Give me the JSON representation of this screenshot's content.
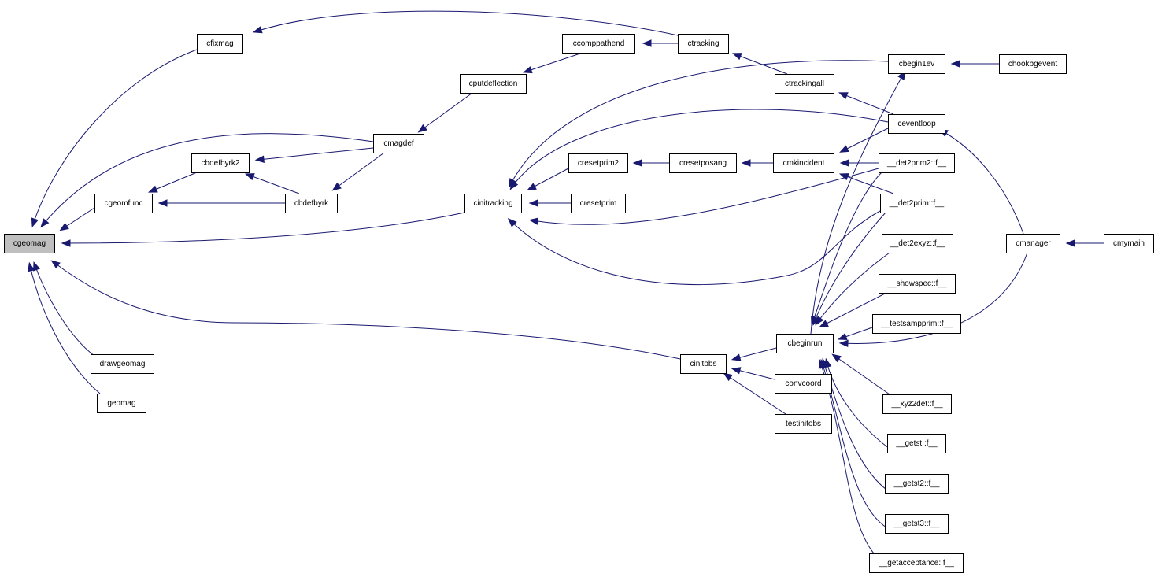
{
  "graph": {
    "root": "cgeomag",
    "colors": {
      "edge": "#191970",
      "root_fill": "#bfbfbf",
      "node_fill": "#ffffff",
      "node_stroke": "#000000"
    },
    "nodes": [
      {
        "id": "cgeomag",
        "label": "cgeomag"
      },
      {
        "id": "cfixmag",
        "label": "cfixmag"
      },
      {
        "id": "cgeomfunc",
        "label": "cgeomfunc"
      },
      {
        "id": "cbdefbyrk2",
        "label": "cbdefbyrk2"
      },
      {
        "id": "cbdefbyrk",
        "label": "cbdefbyrk"
      },
      {
        "id": "cmagdef",
        "label": "cmagdef"
      },
      {
        "id": "cputdeflection",
        "label": "cputdeflection"
      },
      {
        "id": "ccomppathend",
        "label": "ccomppathend"
      },
      {
        "id": "ctracking",
        "label": "ctracking"
      },
      {
        "id": "ctrackingall",
        "label": "ctrackingall"
      },
      {
        "id": "cinitracking",
        "label": "cinitracking"
      },
      {
        "id": "cresetprim2",
        "label": "cresetprim2"
      },
      {
        "id": "cresetprim",
        "label": "cresetprim"
      },
      {
        "id": "cresetposang",
        "label": "cresetposang"
      },
      {
        "id": "cmkincident",
        "label": "cmkincident"
      },
      {
        "id": "cbegin1ev",
        "label": "cbegin1ev"
      },
      {
        "id": "chookbgevent",
        "label": "chookbgevent"
      },
      {
        "id": "ceventloop",
        "label": "ceventloop"
      },
      {
        "id": "det2prim2",
        "label": "__det2prim2::f__"
      },
      {
        "id": "det2prim",
        "label": "__det2prim::f__"
      },
      {
        "id": "det2exyz",
        "label": "__det2exyz::f__"
      },
      {
        "id": "showspec",
        "label": "__showspec::f__"
      },
      {
        "id": "testsampprim",
        "label": "__testsampprim::f__"
      },
      {
        "id": "cbeginrun",
        "label": "cbeginrun"
      },
      {
        "id": "xyz2det",
        "label": "__xyz2det::f__"
      },
      {
        "id": "getst",
        "label": "__getst::f__"
      },
      {
        "id": "getst2",
        "label": "__getst2::f__"
      },
      {
        "id": "getst3",
        "label": "__getst3::f__"
      },
      {
        "id": "getacceptance",
        "label": "__getacceptance::f__"
      },
      {
        "id": "cinitobs",
        "label": "cinitobs"
      },
      {
        "id": "convcoord",
        "label": "convcoord"
      },
      {
        "id": "testinitobs",
        "label": "testinitobs"
      },
      {
        "id": "cmanager",
        "label": "cmanager"
      },
      {
        "id": "cmymain",
        "label": "cmymain"
      },
      {
        "id": "drawgeomag",
        "label": "drawgeomag"
      },
      {
        "id": "geomag",
        "label": "geomag"
      }
    ],
    "edges": [
      {
        "from": "cfixmag",
        "to": "cgeomag"
      },
      {
        "from": "cmagdef",
        "to": "cgeomag"
      },
      {
        "from": "cgeomfunc",
        "to": "cgeomag"
      },
      {
        "from": "cinitracking",
        "to": "cgeomag"
      },
      {
        "from": "cinitobs",
        "to": "cgeomag"
      },
      {
        "from": "drawgeomag",
        "to": "cgeomag"
      },
      {
        "from": "geomag",
        "to": "cgeomag"
      },
      {
        "from": "ctracking",
        "to": "cfixmag"
      },
      {
        "from": "ctracking",
        "to": "ccomppathend"
      },
      {
        "from": "ctrackingall",
        "to": "ctracking"
      },
      {
        "from": "ceventloop",
        "to": "ctrackingall"
      },
      {
        "from": "ccomppathend",
        "to": "cputdeflection"
      },
      {
        "from": "cputdeflection",
        "to": "cmagdef"
      },
      {
        "from": "cmagdef",
        "to": "cbdefbyrk2"
      },
      {
        "from": "cmagdef",
        "to": "cbdefbyrk"
      },
      {
        "from": "cbdefbyrk",
        "to": "cbdefbyrk2"
      },
      {
        "from": "cbdefbyrk2",
        "to": "cgeomfunc"
      },
      {
        "from": "cbdefbyrk",
        "to": "cgeomfunc"
      },
      {
        "from": "cbegin1ev",
        "to": "cinitracking"
      },
      {
        "from": "ceventloop",
        "to": "cinitracking"
      },
      {
        "from": "cresetprim2",
        "to": "cinitracking"
      },
      {
        "from": "cresetprim",
        "to": "cinitracking"
      },
      {
        "from": "det2prim2",
        "to": "cinitracking"
      },
      {
        "from": "det2prim",
        "to": "cinitracking"
      },
      {
        "from": "cresetposang",
        "to": "cresetprim2"
      },
      {
        "from": "cmkincident",
        "to": "cresetposang"
      },
      {
        "from": "ceventloop",
        "to": "cmkincident"
      },
      {
        "from": "det2prim2",
        "to": "cmkincident"
      },
      {
        "from": "det2prim",
        "to": "cmkincident"
      },
      {
        "from": "chookbgevent",
        "to": "cbegin1ev"
      },
      {
        "from": "cmanager",
        "to": "ceventloop"
      },
      {
        "from": "cmymain",
        "to": "cmanager"
      },
      {
        "from": "cbeginrun",
        "to": "cbegin1ev"
      },
      {
        "from": "det2prim2",
        "to": "cbeginrun"
      },
      {
        "from": "det2prim",
        "to": "cbeginrun"
      },
      {
        "from": "det2exyz",
        "to": "cbeginrun"
      },
      {
        "from": "showspec",
        "to": "cbeginrun"
      },
      {
        "from": "testsampprim",
        "to": "cbeginrun"
      },
      {
        "from": "cmanager",
        "to": "cbeginrun"
      },
      {
        "from": "xyz2det",
        "to": "cbeginrun"
      },
      {
        "from": "getst",
        "to": "cbeginrun"
      },
      {
        "from": "getst2",
        "to": "cbeginrun"
      },
      {
        "from": "getst3",
        "to": "cbeginrun"
      },
      {
        "from": "getacceptance",
        "to": "cbeginrun"
      },
      {
        "from": "cbeginrun",
        "to": "cinitobs"
      },
      {
        "from": "convcoord",
        "to": "cinitobs"
      },
      {
        "from": "testinitobs",
        "to": "cinitobs"
      }
    ]
  }
}
